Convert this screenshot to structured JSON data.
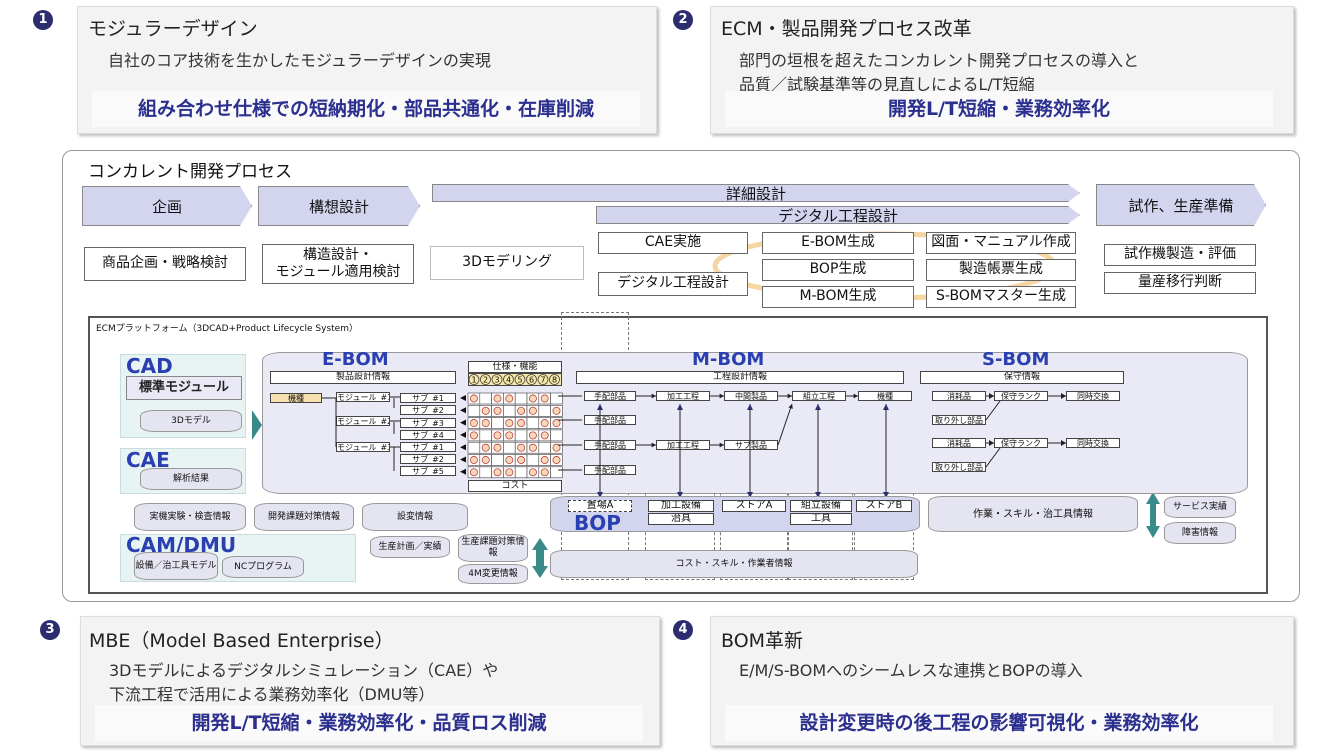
{
  "cards": [
    {
      "num": "1",
      "title": "モジュラーデザイン",
      "desc": [
        "自社のコア技術を生かしたモジュラーデザインの実現"
      ],
      "key": "組み合わせ仕様での短納期化・部品共通化・在庫削減"
    },
    {
      "num": "2",
      "title": "ECM・製品開発プロセス改革",
      "desc": [
        "部門の垣根を超えたコンカレント開発プロセスの導入と",
        "品質／試験基準等の見直しによるL/T短縮"
      ],
      "key": "開発L/T短縮・業務効率化"
    },
    {
      "num": "3",
      "title": "MBE（Model Based Enterprise）",
      "desc": [
        "3Dモデルによるデジタルシミュレーション（CAE）や",
        "下流工程で活用による業務効率化（DMU等）"
      ],
      "key": "開発L/T短縮・業務効率化・品質ロス削減"
    },
    {
      "num": "4",
      "title": "BOM革新",
      "desc": [
        "E/M/S-BOMへのシームレスな連携とBOPの導入"
      ],
      "key": "設計変更時の後工程の影響可視化・業務効率化"
    }
  ],
  "process": {
    "title": "コンカレント開発プロセス",
    "phases": {
      "kikaku": "企画",
      "kousou": "構想設計",
      "shousai": "詳細設計",
      "digital": "デジタル工程設計",
      "shisaku": "試作、生産準備"
    },
    "tasks": {
      "t1": "商品企画・戦略検討",
      "t2a": "構造設計・",
      "t2b": "モジュール適用検討",
      "t3": "3Dモデリング",
      "t4": "CAE実施",
      "t5": "デジタル工程設計",
      "t6": "E-BOM生成",
      "t7": "BOP生成",
      "t8": "M-BOM生成",
      "t9": "図面・マニュアル作成",
      "t10": "製造帳票生成",
      "t11": "S-BOMマスター生成",
      "t12": "試作機製造・評価",
      "t13": "量産移行判断"
    }
  },
  "platform": {
    "title": "ECMプラットフォーム（3DCAD+Product Lifecycle System）",
    "cad": "CAD",
    "std": "標準モジュール",
    "model3d": "3Dモデル",
    "cae": "CAE",
    "analysis": "解析結果",
    "cam": "CAM/DMU",
    "equip": "設備／治工具モデル",
    "nc": "NCプログラム",
    "test": "実機実験・検査情報",
    "devissue": "開発課題対策情報",
    "change": "設変情報",
    "prodplan": "生産計画／実績",
    "prodissue": "生産課題対策情報",
    "change4m": "4M変更情報",
    "ebom": "E-BOM",
    "ebom_info": "製品設計情報",
    "spec": "仕様・機能",
    "cost": "コスト",
    "kiki": "機種",
    "mod1": "モジュール_#1",
    "mod2": "モジュール_#2",
    "mod3": "モジュール_#3",
    "subs": [
      "サブ_#1",
      "サブ_#2",
      "サブ_#3",
      "サブ_#4",
      "サブ_#1",
      "サブ_#2",
      "サブ_#5"
    ],
    "specnums": [
      "1",
      "2",
      "3",
      "4",
      "5",
      "6",
      "7",
      "8"
    ],
    "mbom": "M-BOM",
    "mbom_info": "工程設計情報",
    "tehai": "手配部品",
    "kakou": "加工工程",
    "chukan": "中間製品",
    "sub_seihin": "サブ製品",
    "kumitate": "組立工程",
    "kishu": "機種",
    "bop": "BOP",
    "okiba": "置場A",
    "kakou_setsubi": "加工設備",
    "jigu": "治具",
    "storeA": "ストアA",
    "kumitate_setsubi": "組立設備",
    "kougu": "工具",
    "storeB": "ストアB",
    "cost_skill": "コスト・スキル・作業者情報",
    "sbom": "S-BOM",
    "hoshu": "保守情報",
    "shoumou": "消耗品",
    "hoshu_rank": "保守ランク",
    "douji": "同時交換",
    "torihazushi": "取り外し部品",
    "sagyou": "作業・スキル・治工具情報",
    "service": "サービス実績",
    "shougai": "障害情報"
  }
}
